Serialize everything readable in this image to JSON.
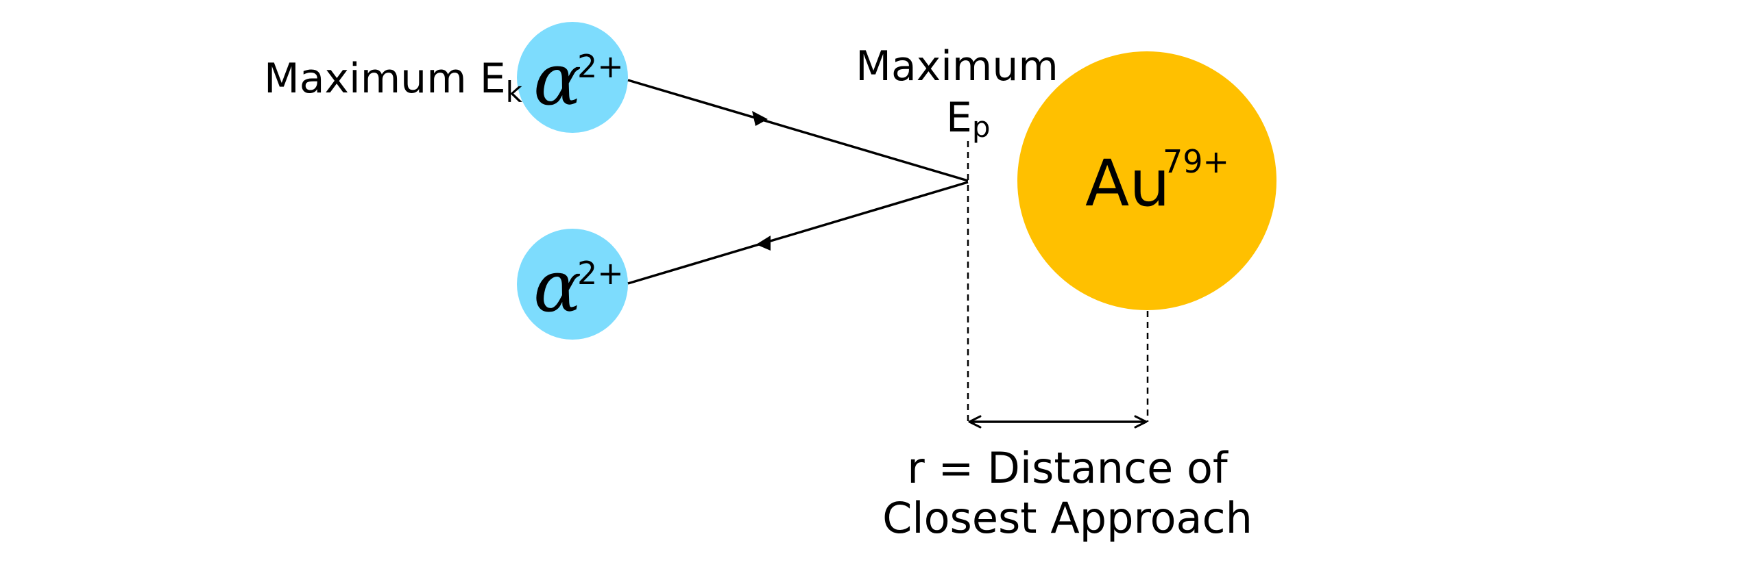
{
  "diagram": {
    "title": "Rutherford alpha scattering: distance of closest approach",
    "colors": {
      "alpha_particle": "#7DDCFD",
      "gold_nucleus": "#FFC000",
      "ink": "#000000",
      "background": "#FFFFFF"
    },
    "labels": {
      "max_ek_main": "Maximum E",
      "max_ek_sub": "k",
      "max_ep_line1": "Maximum",
      "max_ep_main": "E",
      "max_ep_sub": "p",
      "distance_line1": "r = Distance of",
      "distance_line2": "Closest Approach"
    },
    "particles": [
      {
        "id": "alpha-incoming",
        "symbol": "α",
        "charge": "2+"
      },
      {
        "id": "alpha-outgoing",
        "symbol": "α",
        "charge": "2+"
      }
    ],
    "nucleus": {
      "symbol": "Au",
      "charge": "79+"
    },
    "paths": [
      {
        "id": "incoming-path",
        "direction": "toward nucleus"
      },
      {
        "id": "outgoing-path",
        "direction": "away from nucleus"
      }
    ],
    "measurement": {
      "symbol": "r",
      "meaning": "Distance of Closest Approach"
    }
  }
}
